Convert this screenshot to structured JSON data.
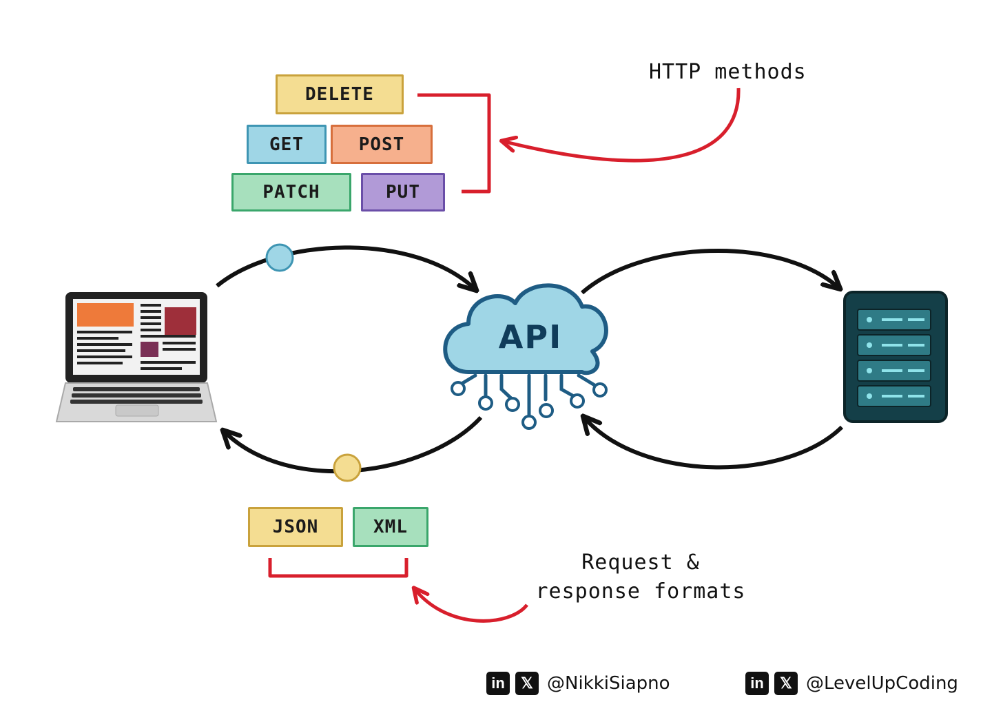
{
  "http_methods": {
    "annotation": "HTTP methods",
    "items": [
      "DELETE",
      "GET",
      "POST",
      "PATCH",
      "PUT"
    ]
  },
  "center": {
    "label": "API"
  },
  "formats": {
    "annotation_line1": "Request &",
    "annotation_line2": "response formats",
    "items": [
      "JSON",
      "XML"
    ]
  },
  "credits": {
    "handle_1": "@NikkiSiapno",
    "handle_2": "@LevelUpCoding",
    "icon_1": "linkedin-icon",
    "icon_2": "x-icon"
  },
  "colors": {
    "accent_red": "#d81f2c",
    "cloud": "#9fd6e6",
    "server": "#143f48"
  }
}
